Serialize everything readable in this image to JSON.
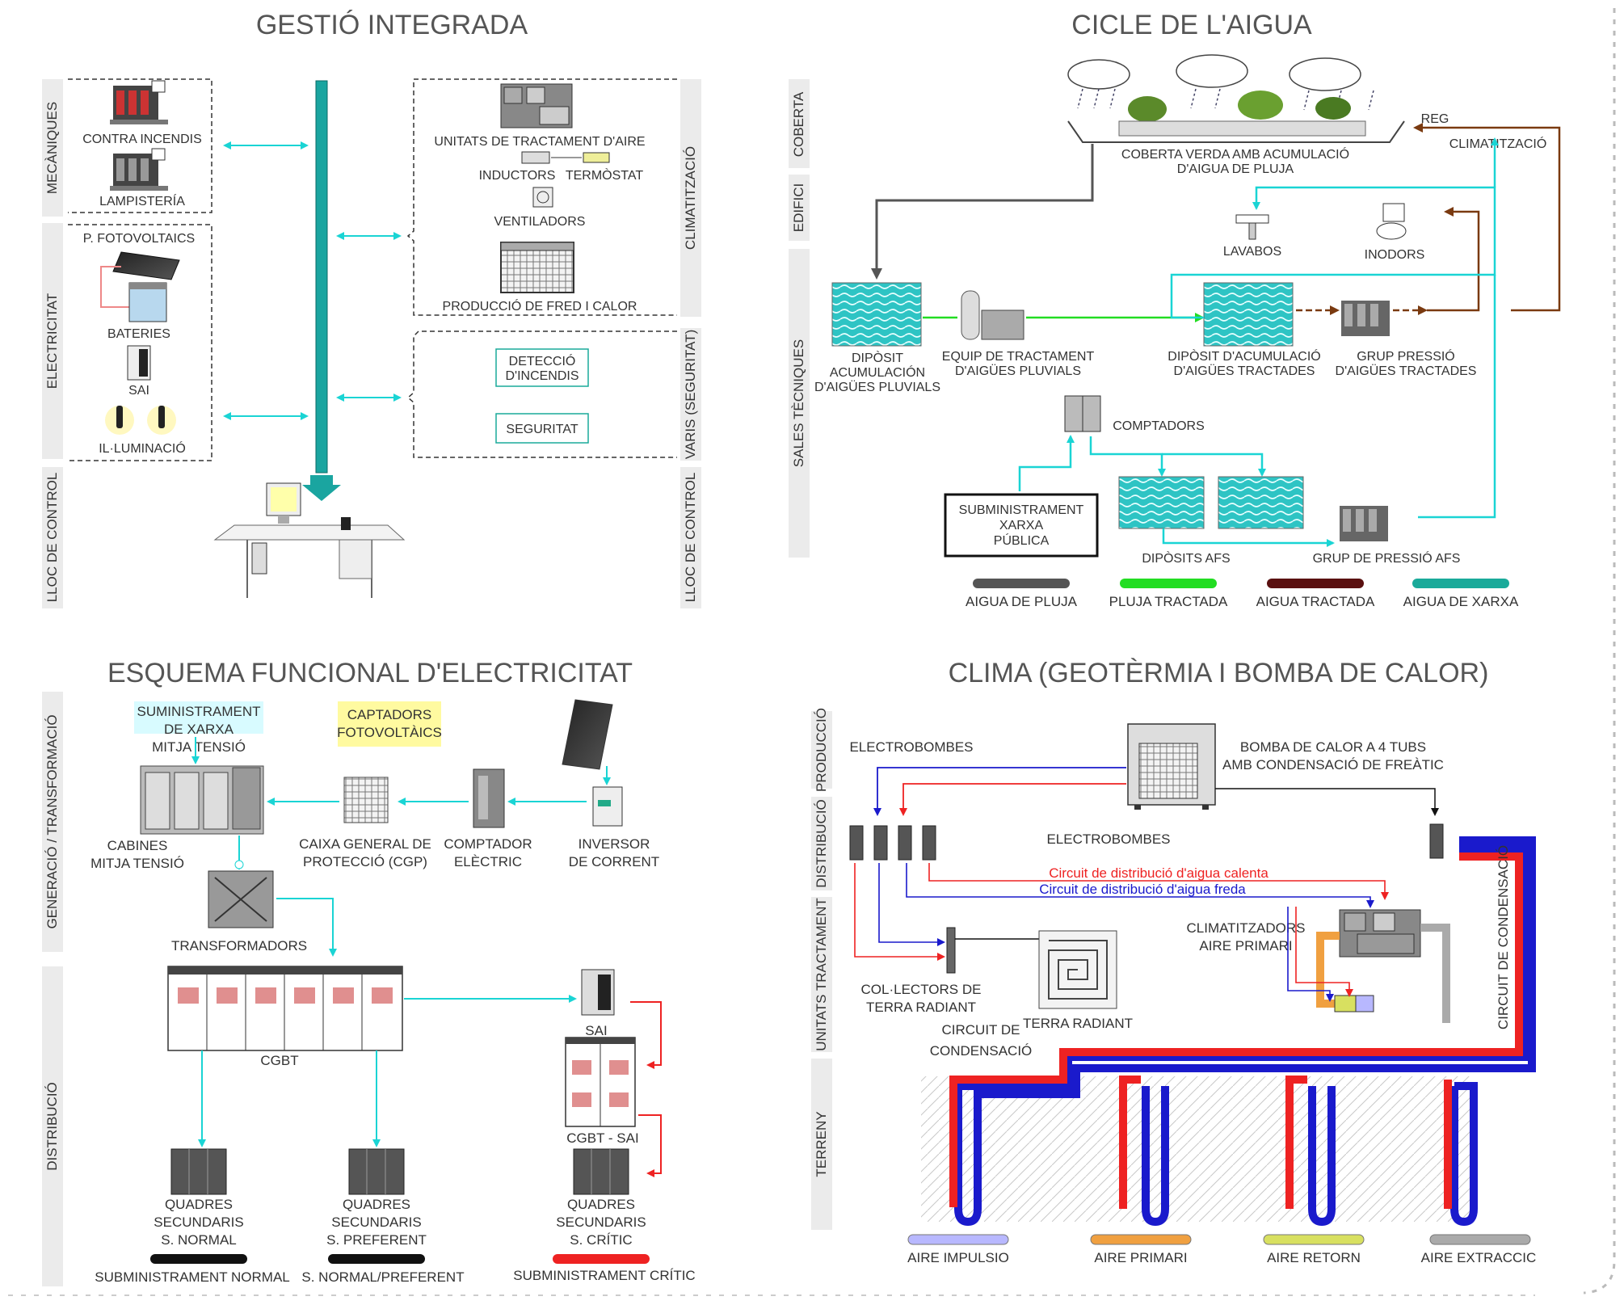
{
  "panels": {
    "gestio": {
      "title": "GESTIÓ INTEGRADA",
      "side_left": [
        "MECÀNIQUES",
        "ELECTRICITAT",
        "LLOC DE CONTROL"
      ],
      "side_right": [
        "CLIMATITZACIÓ",
        "VARIS (SEGURITAT)",
        "LLOC DE CONTROL"
      ],
      "mech_items": [
        "CONTRA INCENDIS",
        "LAMPISTERÍA"
      ],
      "elec_items": [
        "P. FOTOVOLTAICS",
        "BATERIES",
        "SAI",
        "IL·LUMINACIÓ"
      ],
      "clima_items": [
        "UNITATS DE TRACTAMENT D'AIRE",
        "INDUCTORS",
        "TERMÒSTAT",
        "VENTILADORS",
        "PRODUCCIÓ DE FRED I CALOR"
      ],
      "varis_items": [
        "DETECCIÓ",
        "D'INCENDIS",
        "SEGURITAT"
      ]
    },
    "aigua": {
      "title": "CICLE DE L'AIGUA",
      "side": [
        "COBERTA",
        "EDIFICI",
        "SALES TÈCNIQUES"
      ],
      "labels": {
        "coberta": [
          "COBERTA VERDA AMB ACUMULACIÓ",
          "D'AIGUA DE PLUJA"
        ],
        "reg": "REG",
        "climatitzacio": "CLIMATITZACIÓ",
        "lavabos": "LAVABOS",
        "inodors": "INODORS",
        "diposit_pluvials": [
          "DIPÒSIT",
          "ACUMULACIÓN",
          "D'AIGÜES PLUVIALS"
        ],
        "equip": [
          "EQUIP DE TRACTAMENT",
          "D'AIGÜES PLUVIALS"
        ],
        "diposit_tractades": [
          "DIPÒSIT D'ACUMULACIÓ",
          "D'AIGÜES TRACTADES"
        ],
        "grup_pressio": [
          "GRUP PRESSIÓ",
          "D'AIGÜES TRACTADES"
        ],
        "comptadors": "COMPTADORS",
        "subministrament": [
          "SUBMINISTRAMENT",
          "XARXA",
          "PÚBLICA"
        ],
        "diposits_afs": "DIPÒSITS AFS",
        "grup_afs": "GRUP DE PRESSIÓ AFS"
      },
      "legend": [
        {
          "label": "AIGUA DE PLUJA",
          "color": "#555555"
        },
        {
          "label": "PLUJA TRACTADA",
          "color": "#22dd22"
        },
        {
          "label": "AIGUA TRACTADA",
          "color": "#5a1010"
        },
        {
          "label": "AIGUA DE XARXA",
          "color": "#1aaa9a"
        }
      ]
    },
    "electricitat": {
      "title": "ESQUEMA FUNCIONAL D'ELECTRICITAT",
      "side": [
        "GENERACIÓ / TRANSFORMACIÓ",
        "DISTRIBUCIÓ"
      ],
      "labels": {
        "subministrament": [
          "SUMINISTRAMENT",
          "DE XARXA",
          "MITJA TENSIÓ"
        ],
        "captadors": [
          "CAPTADORS",
          "FOTOVOLTÀICS"
        ],
        "cabines": [
          "CABINES",
          "MITJA TENSIÓ"
        ],
        "cgp": [
          "CAIXA GENERAL DE",
          "PROTECCIÓ (CGP)"
        ],
        "comptador": [
          "COMPTADOR",
          "ELÈCTRIC"
        ],
        "inversor": [
          "INVERSOR",
          "DE CORRENT"
        ],
        "transformadors": "TRANSFORMADORS",
        "cgbt": "CGBT",
        "sai": "SAI",
        "cgbt_sai": "CGBT - SAI",
        "quadres_normal": [
          "QUADRES",
          "SECUNDARIS",
          "S. NORMAL"
        ],
        "quadres_preferent": [
          "QUADRES",
          "SECUNDARIS",
          "S. PREFERENT"
        ],
        "quadres_critic": [
          "QUADRES",
          "SECUNDARIS",
          "S. CRÍTIC"
        ]
      },
      "legend": [
        {
          "label": "SUBMINISTRAMENT NORMAL",
          "color": "#111111"
        },
        {
          "label": "S. NORMAL/PREFERENT",
          "color": "#111111"
        },
        {
          "label": "SUBMINISTRAMENT CRÍTIC",
          "color": "#ee2222"
        }
      ]
    },
    "clima": {
      "title": "CLIMA (GEOTÈRMIA I BOMBA DE CALOR)",
      "side": [
        "PRODUCCIÓ",
        "DISTRIBUCIÓ",
        "UNITATS TRACTAMENT",
        "TERRENY"
      ],
      "labels": {
        "electrobombes_top": "ELECTROBOMBES",
        "bomba": [
          "BOMBA DE CALOR A 4 TUBS",
          "AMB CONDENSACIÓ DE FREÀTIC"
        ],
        "electrobombes_mid": "ELECTROBOMBES",
        "circuit_calenta": "Circuit de distribució d'aigua calenta",
        "circuit_freda": "Circuit de distribució d'aigua freda",
        "climatitzadors": [
          "CLIMATITZADORS",
          "AIRE PRIMARI"
        ],
        "colectors": [
          "COL·LECTORS DE",
          "TERRA RADIANT"
        ],
        "terra_radiant": "TERRA RADIANT",
        "circuit_condensacio": [
          "CIRCUIT DE",
          "CONDENSACIÓ"
        ],
        "circuit_condensacio_v": "CIRCUIT DE CONDENSACIÓ"
      },
      "legend": [
        {
          "label": "AIRE IMPULSIO",
          "color": "#b8b8ff"
        },
        {
          "label": "AIRE PRIMARI",
          "color": "#f0a040"
        },
        {
          "label": "AIRE RETORN",
          "color": "#d8e060"
        },
        {
          "label": "AIRE EXTRACCIC",
          "color": "#aaaaaa"
        }
      ]
    }
  }
}
